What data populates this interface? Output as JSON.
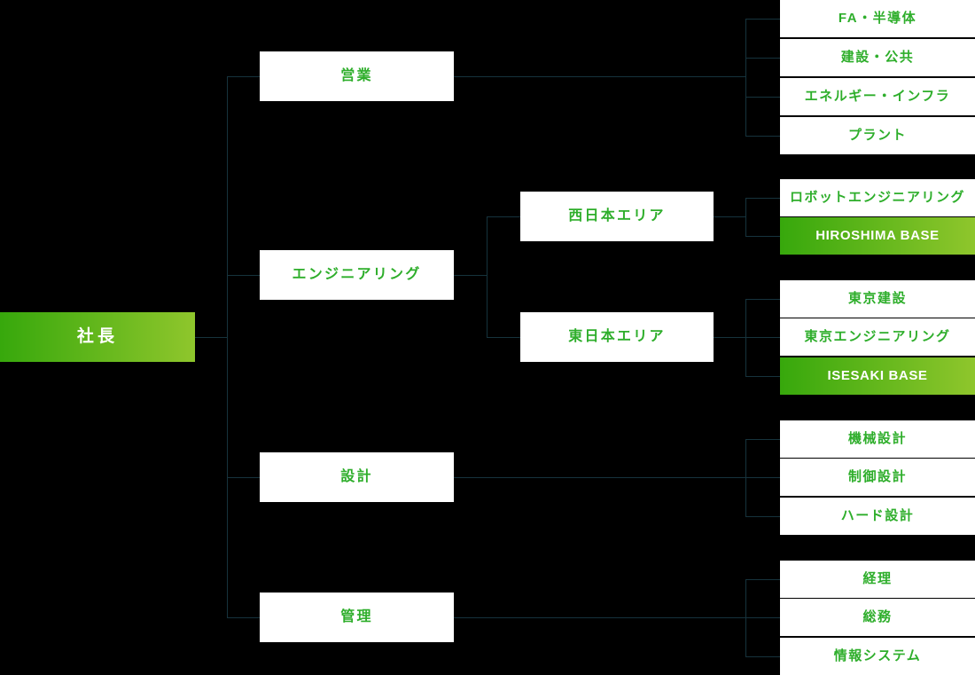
{
  "diagram": {
    "type": "organization-chart",
    "title_text": "",
    "colors": {
      "background": "#000000",
      "node_fill": "#ffffff",
      "node_text": "#2eae2b",
      "accent_gradient_from": "#37a80c",
      "accent_gradient_to": "#8fc62c",
      "accent_text": "#ffffff",
      "connector": "#16333d"
    },
    "root": {
      "label": "社長",
      "style": "green"
    },
    "divisions": [
      {
        "id": "sales",
        "label": "営業",
        "style": "white"
      },
      {
        "id": "engineering",
        "label": "エンジニアリング",
        "style": "white"
      },
      {
        "id": "design",
        "label": "設計",
        "style": "white"
      },
      {
        "id": "admin",
        "label": "管理",
        "style": "white"
      }
    ],
    "areas": [
      {
        "id": "west",
        "label": "西日本エリア",
        "style": "white"
      },
      {
        "id": "east",
        "label": "東日本エリア",
        "style": "white"
      }
    ],
    "groups": [
      {
        "id": "sales-units",
        "parent": "sales",
        "items": [
          {
            "label": "FA・半導体",
            "style": "white"
          },
          {
            "label": "建設・公共",
            "style": "white"
          },
          {
            "label": "エネルギー・インフラ",
            "style": "white"
          },
          {
            "label": "プラント",
            "style": "white"
          }
        ]
      },
      {
        "id": "west-units",
        "parent": "west",
        "items": [
          {
            "label": "ロボットエンジニアリング",
            "style": "white"
          },
          {
            "label": "HIROSHIMA BASE",
            "style": "green"
          }
        ]
      },
      {
        "id": "east-units",
        "parent": "east",
        "items": [
          {
            "label": "東京建設",
            "style": "white"
          },
          {
            "label": "東京エンジニアリング",
            "style": "white"
          },
          {
            "label": "ISESAKI BASE",
            "style": "green"
          }
        ]
      },
      {
        "id": "design-units",
        "parent": "design",
        "items": [
          {
            "label": "機械設計",
            "style": "white"
          },
          {
            "label": "制御設計",
            "style": "white"
          },
          {
            "label": "ハード設計",
            "style": "white"
          }
        ]
      },
      {
        "id": "admin-units",
        "parent": "admin",
        "items": [
          {
            "label": "経理",
            "style": "white"
          },
          {
            "label": "総務",
            "style": "white"
          },
          {
            "label": "情報システム",
            "style": "white"
          }
        ]
      }
    ]
  }
}
